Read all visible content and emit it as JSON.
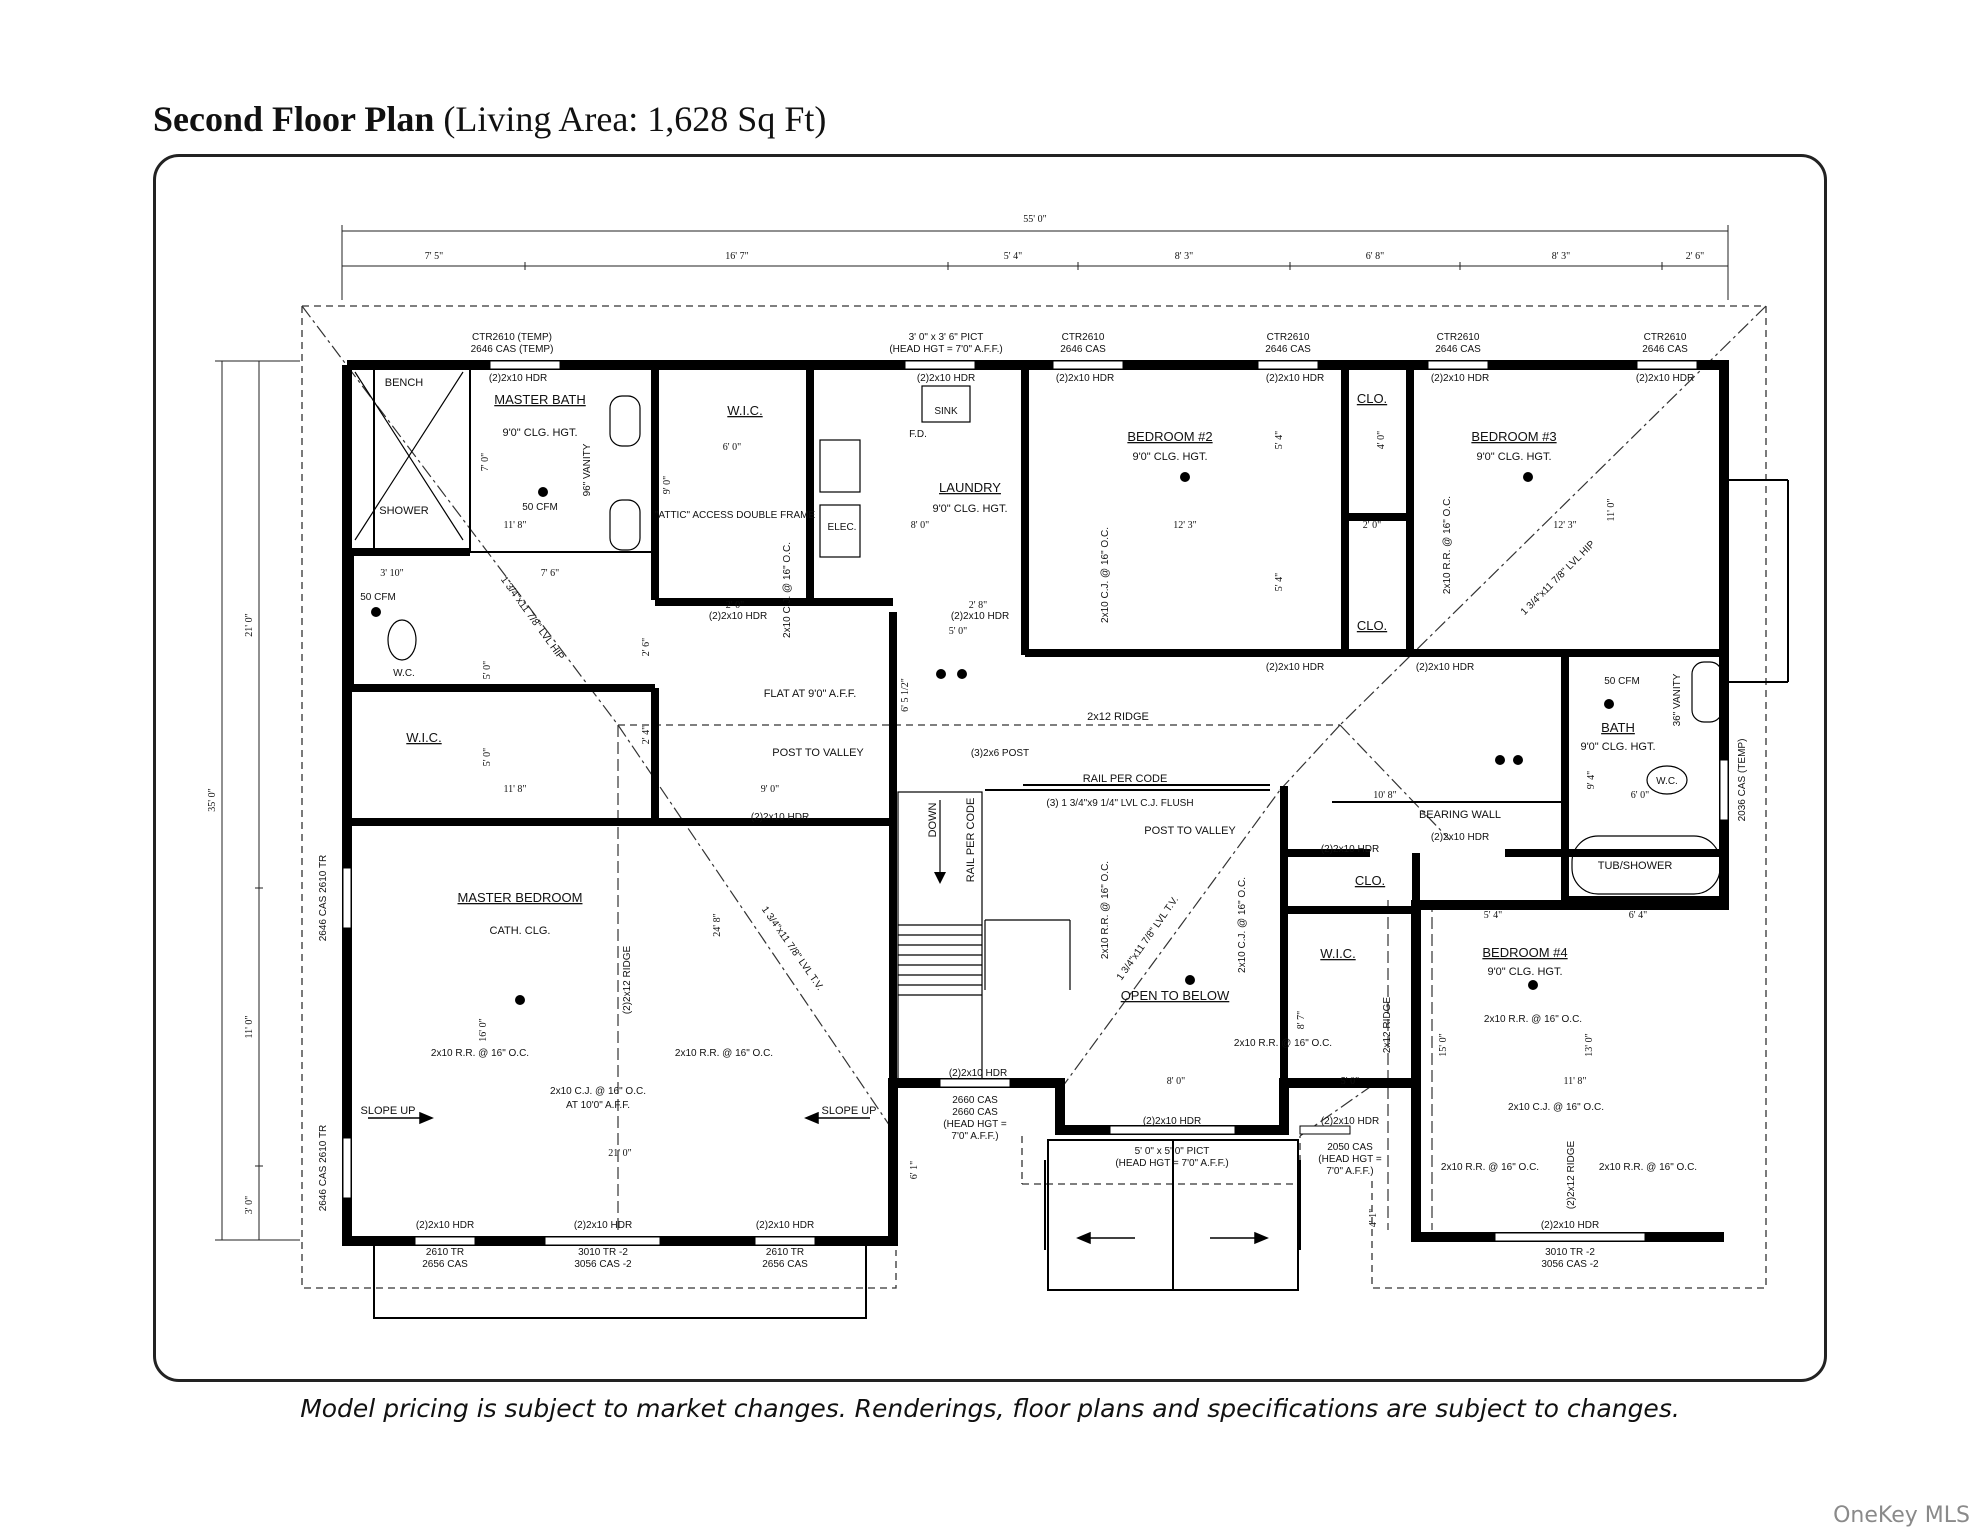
{
  "title": {
    "bold": "Second Floor Plan",
    "rest": " (Living Area: 1,628 Sq Ft)"
  },
  "caption": "Model pricing is subject to market changes. Renderings, floor plans and specifications are subject to changes.",
  "watermark": "OneKey MLS",
  "dimensions": {
    "overall_width": "55' 0\"",
    "top": [
      "7' 5\"",
      "16' 7\"",
      "5' 4\"",
      "8' 3\"",
      "6' 8\"",
      "8' 3\"",
      "2' 6\""
    ],
    "overall_depth": "35' 0\"",
    "left_outer": [
      "21' 0\"",
      "11' 0\"",
      "3' 0\""
    ]
  },
  "rooms": {
    "bench": "BENCH",
    "shower": "SHOWER",
    "master_bath": "MASTER BATH",
    "master_bath_sub": "9'0\" CLG. HGT.",
    "master_bath_fan": "50 CFM",
    "vanity_96": "96\" VANITY",
    "wic1": "W.I.C.",
    "attic": "\"ATTIC\" ACCESS DOUBLE FRAME",
    "sink": "SINK",
    "fd": "F.D.",
    "laundry": "LAUNDRY",
    "laundry_sub": "9'0\" CLG. HGT.",
    "elec": "ELEC.",
    "bedroom2": "BEDROOM #2",
    "bedroom2_sub": "9'0\" CLG. HGT.",
    "clo1": "CLO.",
    "clo2": "CLO.",
    "bedroom3": "BEDROOM #3",
    "bedroom3_sub": "9'0\" CLG. HGT.",
    "wc_fan": "50 CFM",
    "wc": "W.C.",
    "wic2": "W.I.C.",
    "flat": "FLAT AT 9'0\" A.F.F.",
    "post_valley": "POST TO VALLEY",
    "post_valley2": "POST TO VALLEY",
    "ridge": "2x12 RIDGE",
    "rail_code": "RAIL PER CODE",
    "rail_code_v": "RAIL PER CODE",
    "down": "DOWN",
    "lvl_flush": "(3) 1 3/4\"x9 1/4\" LVL C.J. FLUSH",
    "post_3x6": "(3)2x6 POST",
    "master_bedroom": "MASTER BEDROOM",
    "master_bedroom_sub": "CATH. CLG.",
    "open_below": "OPEN TO BELOW",
    "clo3": "CLO.",
    "wic3": "W.I.C.",
    "bath": "BATH",
    "bath_sub": "9'0\" CLG. HGT.",
    "bath_fan": "50 CFM",
    "vanity_36": "36\" VANITY",
    "tub": "TUB/SHOWER",
    "wc2": "W.C.",
    "bearing": "BEARING WALL",
    "bedroom4": "BEDROOM #4",
    "bedroom4_sub": "9'0\" CLG. HGT.",
    "slope_up": "SLOPE UP",
    "slope_up2": "SLOPE UP"
  },
  "windows": {
    "w1a": "CTR2610 (TEMP)",
    "w1b": "2646 CAS (TEMP)",
    "w2a": "3' 0\" x 3' 6\" PICT",
    "w2b": "(HEAD HGT = 7'0\" A.F.F.)",
    "w3a": "CTR2610",
    "w3b": "2646 CAS",
    "w4a": "CTR2610",
    "w4b": "2646 CAS",
    "w5a": "CTR2610",
    "w5b": "2646 CAS",
    "w6a": "CTR2610",
    "w6b": "2646 CAS",
    "b1a": "2610 TR",
    "b1b": "2656 CAS",
    "b2a": "3010 TR -2",
    "b2b": "3056 CAS -2",
    "b3a": "2610 TR",
    "b3b": "2656 CAS",
    "b4a": "2660 CAS",
    "b4b": "2660 CAS",
    "b4c": "(HEAD HGT =",
    "b4d": "7'0\" A.F.F.)",
    "b5a": "5' 0\" x 5' 0\" PICT",
    "b5b": "(HEAD HGT = 7'0\" A.F.F.)",
    "b6a": "2050 CAS",
    "b6b": "(HEAD HGT =",
    "b6c": "7'0\" A.F.F.)",
    "b7a": "3010 TR -2",
    "b7b": "3056 CAS -2",
    "l1": "2646 CAS 2610 TR",
    "l2": "2646 CAS 2610 TR",
    "r1": "2036 CAS (TEMP)"
  },
  "framing": {
    "hdr": "(2)2x10 HDR",
    "cj": "2x10 C.J. @ 16\" O.C.",
    "rr": "2x10 R.R. @ 16\" O.C.",
    "cj10": "AT 10'0\" A.F.F.",
    "lvl_hip": "1 3/4\"x11 7/8\" LVL HIP",
    "lvl_tv": "1 3/4\"x11 7/8\" LVL T.V.",
    "ridge_2x12": "(2)2x12 RIDGE",
    "ridge_2x12b": "2x12 RIDGE"
  },
  "inner_dims": {
    "d7_0": "7' 0\"",
    "d11_8a": "11' 8\"",
    "d6_0": "6' 0\"",
    "d9_0": "9' 0\"",
    "d8_0a": "8' 0\"",
    "d12_3a": "12' 3\"",
    "d5_4a": "5' 4\"",
    "d5_4b": "5' 4\"",
    "d12_3b": "12' 3\"",
    "d11_0": "11' 0\"",
    "d4_0": "4' 0\"",
    "d2_0": "2' 0\"",
    "d3_10": "3' 10\"",
    "d7_6": "7' 6\"",
    "d5_0a": "5' 0\"",
    "d2_6": "2' 6\"",
    "d2_0b": "2' 0\"",
    "d2_8": "2' 8\"",
    "d5_0b": "5' 0\"",
    "d6_5": "6' 5 1/2\"",
    "d5_0c": "5' 0\"",
    "d11_8b": "11' 8\"",
    "d9_0b": "9' 0\"",
    "d2_4": "2' 4\"",
    "d10_8": "10' 8\"",
    "d9_4": "9' 4\"",
    "d6_0b": "6' 0\"",
    "d24_8": "24' 8\"",
    "d16_0": "16' 0\"",
    "d21_0": "21' 0\"",
    "d8_0b": "8' 0\"",
    "d5_0d": "5' 0\"",
    "d8_7": "8' 7\"",
    "d5_4c": "5' 4\"",
    "d6_4": "6' 4\"",
    "d15_0": "15' 0\"",
    "d13_0": "13' 0\"",
    "d11_8c": "11' 8\"",
    "d6_1": "6' 1\"",
    "d4_1": "4' 1\""
  }
}
